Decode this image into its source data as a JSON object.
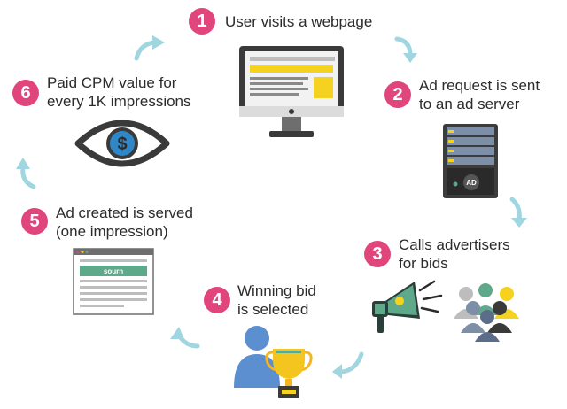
{
  "steps": [
    {
      "number": "1",
      "lines": [
        "User visits a webpage"
      ]
    },
    {
      "number": "2",
      "lines": [
        "Ad request is sent",
        "to an ad server"
      ]
    },
    {
      "number": "3",
      "lines": [
        "Calls advertisers",
        "for bids"
      ]
    },
    {
      "number": "4",
      "lines": [
        "Winning bid",
        "is selected"
      ]
    },
    {
      "number": "5",
      "lines": [
        "Ad created is served",
        "(one impression)"
      ]
    },
    {
      "number": "6",
      "lines": [
        "Paid CPM value for",
        "every 1K impressions"
      ]
    }
  ],
  "server_label": "AD",
  "ad_banner_text": "sourn",
  "colors": {
    "badge": "#e0457b",
    "arrow": "#9fd6df",
    "accent_yellow": "#f4d21f",
    "accent_green": "#5fa98b"
  },
  "icons": [
    "monitor-icon",
    "ad-server-icon",
    "megaphone-icon",
    "crowd-icon",
    "person-icon",
    "trophy-icon",
    "ad-webpage-icon",
    "eye-dollar-icon"
  ]
}
